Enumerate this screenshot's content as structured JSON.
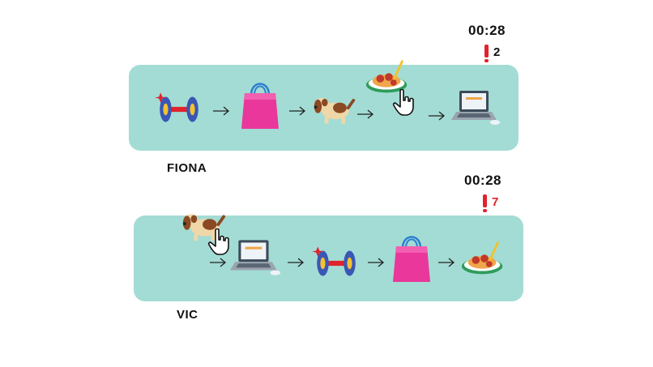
{
  "players": [
    {
      "name": "FIONA",
      "timer": "00:28",
      "mistakes": "2",
      "mistakes_color": "#111111",
      "sequence": [
        "dumbbell-icon",
        "shopping-bag-icon",
        "dog-icon",
        "spaghetti-icon",
        "laptop-icon"
      ],
      "cursor_on": "spaghetti-icon"
    },
    {
      "name": "VIC",
      "timer": "00:28",
      "mistakes": "7",
      "mistakes_color": "#e0232c",
      "sequence": [
        "dog-icon",
        "laptop-icon",
        "dumbbell-icon",
        "shopping-bag-icon",
        "spaghetti-icon"
      ],
      "cursor_on": "dog-icon"
    }
  ],
  "colors": {
    "panel": "#a3dcd4",
    "warning": "#e0232c",
    "bag": "#e9379b"
  }
}
